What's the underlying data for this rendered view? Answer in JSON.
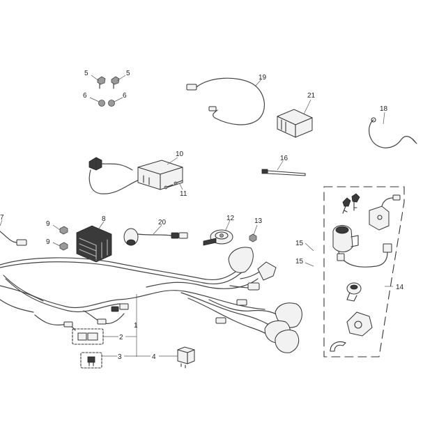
{
  "callouts": {
    "c1": "1",
    "c2": "2",
    "c3": "3",
    "c4": "4",
    "c5a": "5",
    "c5b": "5",
    "c6a": "6",
    "c6b": "6",
    "c7": "7",
    "c8": "8",
    "c9a": "9",
    "c9b": "9",
    "c10": "10",
    "c11": "11",
    "c12": "12",
    "c13": "13",
    "c14": "14",
    "c15a": "15",
    "c15b": "15",
    "c16": "16",
    "c18": "18",
    "c19": "19",
    "c20": "20",
    "c21": "21"
  },
  "colors": {
    "line": "#333333",
    "wire": "#444444",
    "fill_dark": "#3a3a3a",
    "fill_grey": "#9a9a9a"
  },
  "part_icons": {
    "p1": "main-wiring-harness",
    "p2": "fuse-holder",
    "p3": "relay-socket",
    "p4": "relay",
    "p5": "bolt",
    "p6": "washer",
    "p7": "connector-wire",
    "p8": "regulator-rectifier",
    "p9": "bolt",
    "p10": "ignition-coil",
    "p11": "coil-screw",
    "p12": "horn",
    "p13": "screw",
    "p14": "ignition-lock-set",
    "p15": "bolt",
    "p16": "cable-tie",
    "p18": "sensor-wire",
    "p19": "lead-wire",
    "p20": "flasher",
    "p21": "cdi-unit"
  }
}
